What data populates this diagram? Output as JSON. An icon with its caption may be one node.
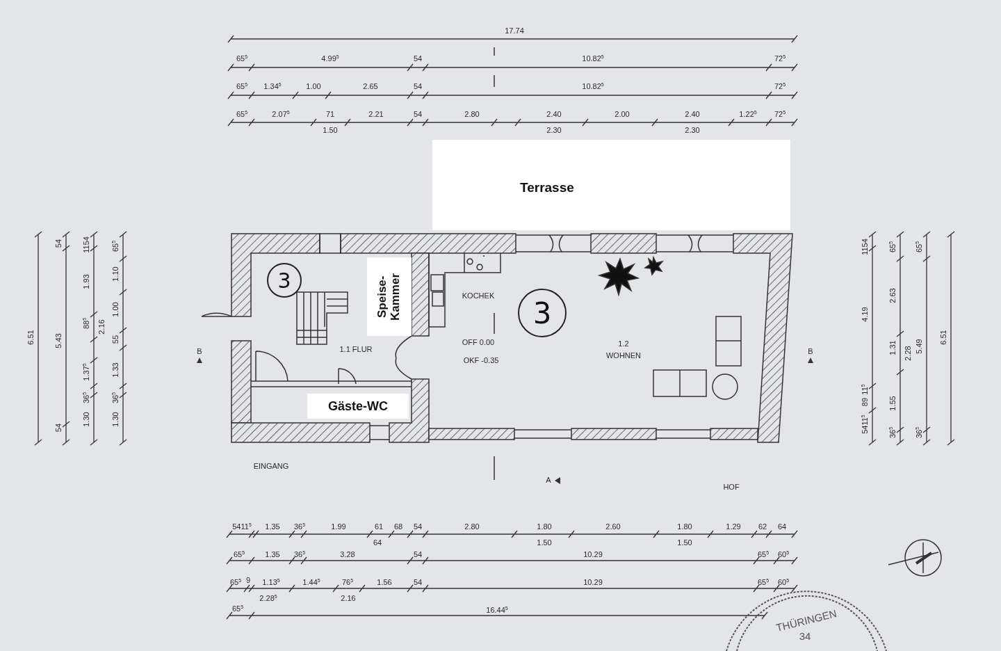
{
  "diagram": {
    "nodes": [
      {
        "text": [
          "Terrasse"
        ]
      },
      {
        "text": [
          "3"
        ]
      },
      {
        "text": [
          "Speise- Kammer"
        ]
      },
      {
        "text": [
          "3"
        ]
      },
      {
        "text": [
          "Gäste-WC"
        ]
      }
    ],
    "labels": [
      "17.74",
      "65$^{5}$",
      "4.99$^{5}$",
      "54",
      "10.82$^{5}$",
      "72$^{5}$",
      "65$^{5}$",
      "1.34$^{5}$",
      "1.00",
      "2.65",
      "54",
      "10.82$^{5}$",
      "72$^{5}$",
      "65$^{5}$",
      "2.07$^{5}$",
      "71",
      "1.50",
      "2.21",
      "54",
      "2.80",
      "2.40",
      "2.30",
      "2.00",
      "2.40",
      "2.30",
      "1.22$^{5}$",
      "72$^{5}$",
      "6.51",
      "54",
      "5.43",
      "54",
      "1154",
      "1.93",
      "88$^{5}$",
      "2.16",
      "1.37$^{5}$",
      "36$^{5}$",
      "1.30",
      "65$^{5}$",
      "1.10",
      "1.00",
      "55",
      "1.33",
      "36$^{5}$",
      "1.30",
      "1154",
      "4.19",
      "11$^{5}$",
      "89",
      "5411$^{5}$",
      "65$^{5}$",
      "2.63",
      "1.31",
      "2.28",
      "1.55",
      "36$^{5}$",
      "65$^{5}$",
      "5.49",
      "36$^{5}$",
      "6.51",
      "1.1 FLUR",
      "KOCHEK",
      "OFF 0.00",
      "OKF -0.35",
      "1.2 WOHNEN",
      "B",
      "B",
      "EINGANG",
      "A",
      "HOF",
      "5411$^{5}$",
      "1.35",
      "36$^{5}$",
      "1.99",
      "61",
      "64",
      "68",
      "54",
      "2.80",
      "1.80",
      "1.50",
      "2.60",
      "1.80",
      "1.50",
      "1.29",
      "62",
      "64",
      "65$^{5}$",
      "1.35",
      "36$^{5}$",
      "3.28",
      "54",
      "10.29",
      "65$^{5}$",
      "60$^{5}$",
      "65$^{5}$",
      "9",
      "1.13$^{5}$",
      "2.28$^{5}$",
      "1.44$^{5}$",
      "76$^{5}$",
      "2.16",
      "1.56",
      "54",
      "10.29",
      "65$^{5}$",
      "60$^{5}$",
      "65$^{5}$",
      "16.44$^{5}$",
      "THÜRINGEN",
      "34"
    ]
  }
}
